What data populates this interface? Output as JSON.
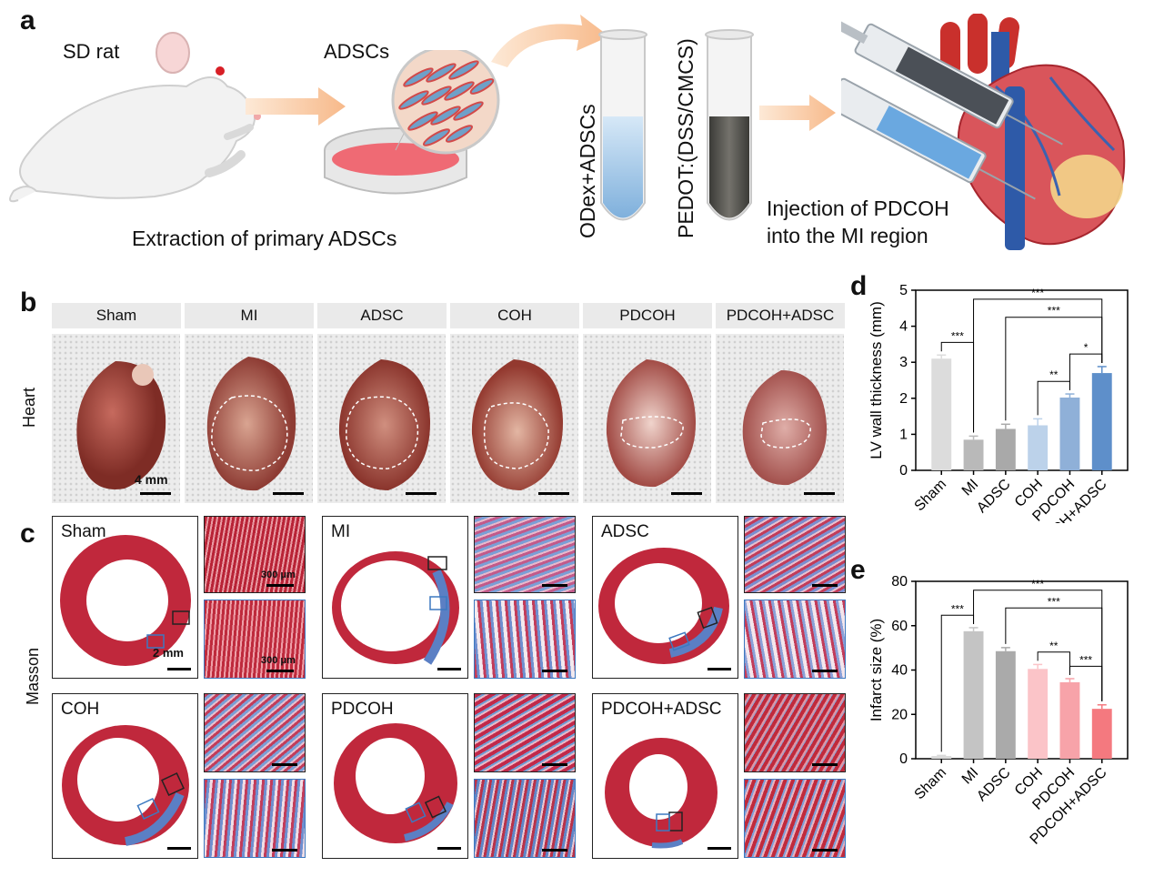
{
  "panel_labels": {
    "a": "a",
    "b": "b",
    "c": "c",
    "d": "d",
    "e": "e"
  },
  "panel_a": {
    "rat_label": "SD  rat",
    "adscs_label": "ADSCs",
    "extraction_caption": "Extraction of primary ADSCs",
    "tube1_label": "ODex+ADSCs",
    "tube2_label": "PEDOT:(DSS/CMCS)",
    "injection_line1": "Injection of PDCOH",
    "injection_line2": "into the MI region"
  },
  "panel_b": {
    "row_label": "Heart",
    "groups": [
      "Sham",
      "MI",
      "ADSC",
      "COH",
      "PDCOH",
      "PDCOH+ADSC"
    ],
    "scale_label": "4 mm"
  },
  "panel_c": {
    "row_label": "Masson",
    "groups": [
      "Sham",
      "MI",
      "ADSC",
      "COH",
      "PDCOH",
      "PDCOH+ADSC"
    ],
    "scale_main": "2 mm",
    "scale_thumb": "300 μm"
  },
  "colors": {
    "myocardium": "#c0283c",
    "fibrosis": "#3d79c0",
    "d_bars": [
      "#dcdcdc",
      "#b9b9b9",
      "#a9a9a9",
      "#bcd2ea",
      "#8fb0d8",
      "#5e8fca"
    ],
    "e_bars": [
      "#d9d9d9",
      "#c4c4c4",
      "#aaaaaa",
      "#fbc4c8",
      "#f7a3a9",
      "#f4797f"
    ]
  },
  "chart_data": [
    {
      "type": "bar",
      "panel": "d",
      "ylabel": "LV wall thickness (mm)",
      "categories": [
        "Sham",
        "MI",
        "ADSC",
        "COH",
        "PDCOH",
        "PDCOH+ADSC"
      ],
      "values": [
        3.1,
        0.85,
        1.15,
        1.25,
        2.02,
        2.7
      ],
      "errors": [
        0.1,
        0.1,
        0.13,
        0.18,
        0.1,
        0.18
      ],
      "ylim": [
        0,
        5
      ],
      "yticks": [
        "0",
        "1",
        "2",
        "3",
        "4",
        "5"
      ],
      "significance": [
        {
          "from": 0,
          "to": 1,
          "label": "***"
        },
        {
          "from": 1,
          "to": 5,
          "label": "***"
        },
        {
          "from": 2,
          "to": 5,
          "label": "***"
        },
        {
          "from": 3,
          "to": 4,
          "label": "**"
        },
        {
          "from": 4,
          "to": 5,
          "label": "*"
        }
      ]
    },
    {
      "type": "bar",
      "panel": "e",
      "ylabel": "Infarct size (%)",
      "categories": [
        "Sham",
        "MI",
        "ADSC",
        "COH",
        "PDCOH",
        "PDCOH+ADSC"
      ],
      "values": [
        1.2,
        57.5,
        48.5,
        40.5,
        34.5,
        22.5
      ],
      "errors": [
        0.3,
        1.6,
        1.6,
        2.0,
        1.6,
        1.8
      ],
      "ylim": [
        0,
        80
      ],
      "yticks": [
        "0",
        "20",
        "40",
        "60",
        "80"
      ],
      "significance": [
        {
          "from": 0,
          "to": 1,
          "label": "***"
        },
        {
          "from": 1,
          "to": 5,
          "label": "***"
        },
        {
          "from": 2,
          "to": 5,
          "label": "***"
        },
        {
          "from": 3,
          "to": 4,
          "label": "**"
        },
        {
          "from": 4,
          "to": 5,
          "label": "***"
        }
      ]
    }
  ]
}
